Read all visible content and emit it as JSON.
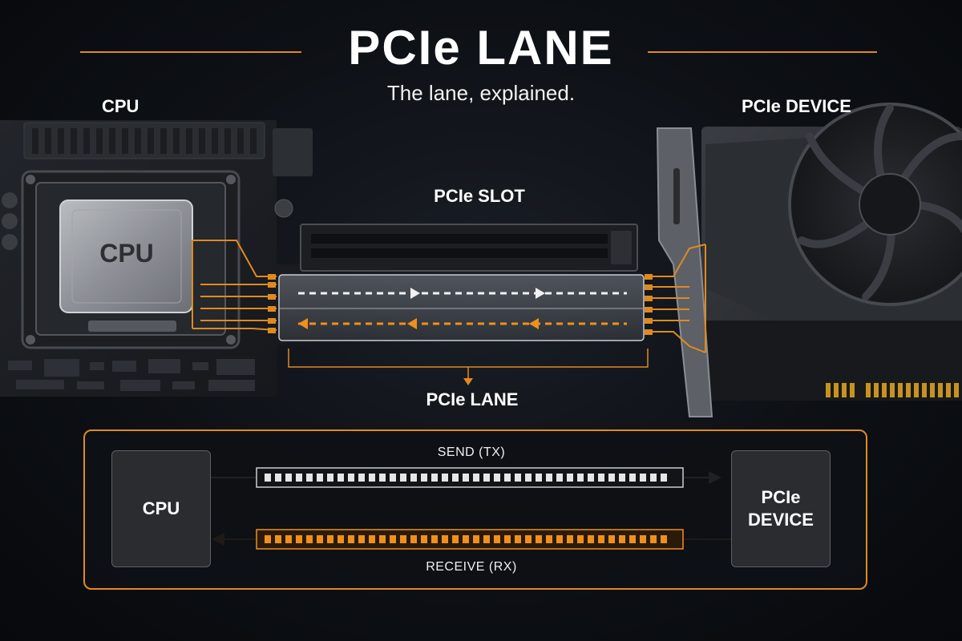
{
  "header": {
    "title": "PCIe LANE",
    "subtitle": "The lane, explained."
  },
  "labels": {
    "cpu": "CPU",
    "cpu_chip": "CPU",
    "device": "PCIe DEVICE",
    "slot": "PCIe SLOT",
    "lane": "PCIe LANE"
  },
  "diagram": {
    "left_box": "CPU",
    "right_box": "PCIe\nDEVICE",
    "send_label": "SEND (TX)",
    "receive_label": "RECEIVE (RX)",
    "send_color": "#e6e6e6",
    "receive_color": "#f0901c"
  },
  "colors": {
    "accent": "#e08a1e",
    "background": "#0b0e13"
  }
}
